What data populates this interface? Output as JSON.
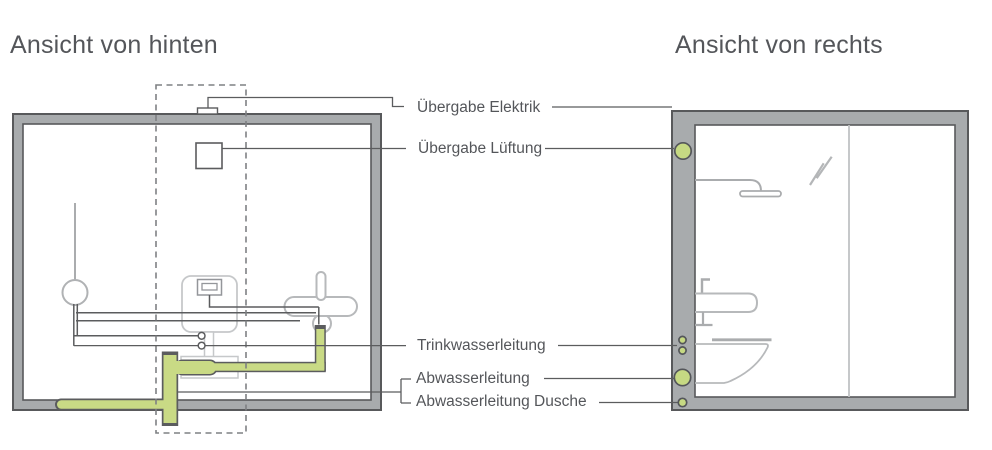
{
  "left_view": {
    "title": "Ansicht von hinten"
  },
  "right_view": {
    "title": "Ansicht von rechts"
  },
  "labels": {
    "elektrik": "Übergabe Elektrik",
    "lueftung": "Übergabe Lüftung",
    "trinkwasser": "Trinkwasserleitung",
    "abwasser": "Abwasserleitung",
    "abwasser_dusche": "Abwasserleitung Dusche"
  },
  "colors": {
    "wall_fill": "#a8abad",
    "outline_dark": "#58595b",
    "pipe_dark": "#5b5c5e",
    "waste_green_fill": "#c9da85",
    "connection_green_fill": "#c6d983",
    "fixture_light_gray": "#b7b9bb",
    "dashed_zone_gray": "#7e8083",
    "text_gray": "#54565a"
  }
}
